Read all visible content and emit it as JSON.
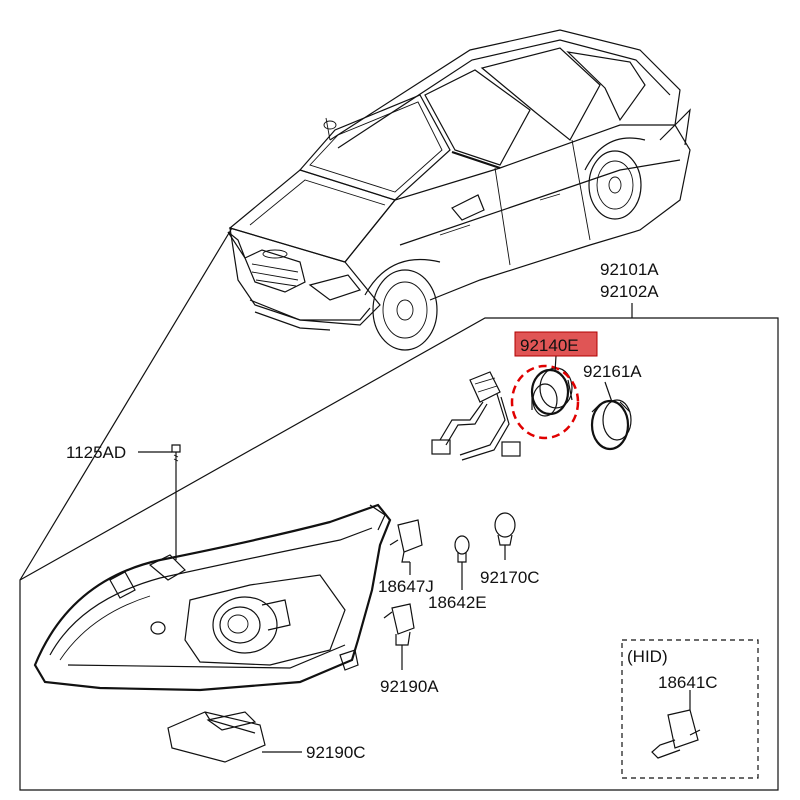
{
  "diagram": {
    "part_numbers": {
      "headlamp_assembly_lh": "92101A",
      "headlamp_assembly_rh": "92102A",
      "highlighted_cap": "92140E",
      "bulb_cap": "92161A",
      "mounting_bolt": "1125AD",
      "bulb_18647": "18647J",
      "bulb_18642": "18642E",
      "socket_92170": "92170C",
      "socket_92190": "92190A",
      "ballast": "92190C",
      "hid_bulb": "18641C"
    },
    "hid_group_label": "(HID)",
    "highlight_color": "#e05555",
    "highlight_circle_color": "#e00000"
  }
}
